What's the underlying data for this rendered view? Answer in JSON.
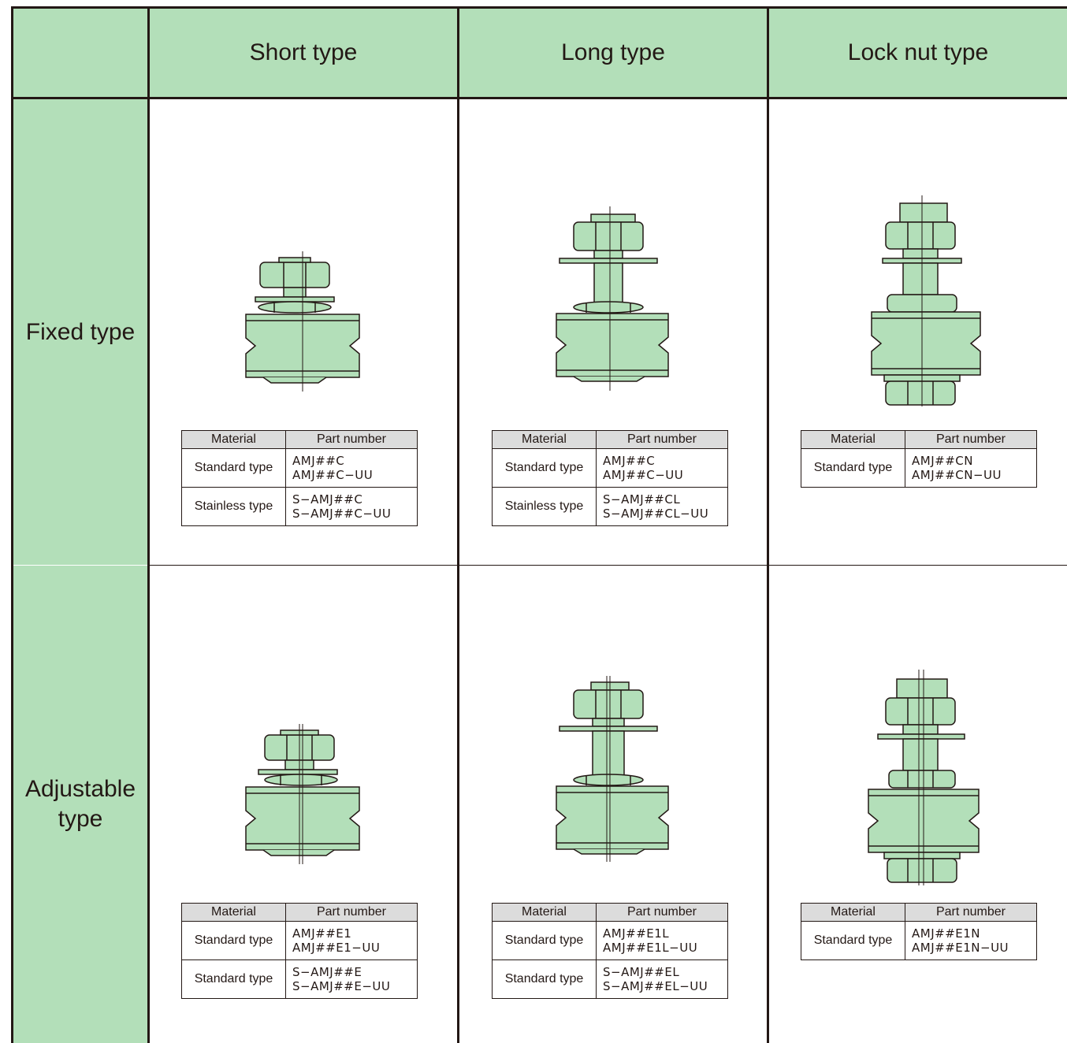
{
  "header": {
    "corner": "",
    "short": "Short type",
    "long": "Long type",
    "locknut": "Lock nut type"
  },
  "rows": {
    "fixed": "Fixed type",
    "adjustable": "Adjustable type"
  },
  "table_headers": {
    "material": "Material",
    "part_number": "Part number"
  },
  "fixed_short": [
    {
      "material": "Standard type",
      "pn1": "AMJ##C",
      "pn2": "AMJ##C−UU"
    },
    {
      "material": "Stainless type",
      "pn1": "S−AMJ##C",
      "pn2": "S−AMJ##C−UU"
    }
  ],
  "fixed_long": [
    {
      "material": "Standard type",
      "pn1": "AMJ##C",
      "pn2": "AMJ##C−UU"
    },
    {
      "material": "Stainless type",
      "pn1": "S−AMJ##CL",
      "pn2": "S−AMJ##CL−UU"
    }
  ],
  "fixed_locknut": [
    {
      "material": "Standard type",
      "pn1": "AMJ##CN",
      "pn2": "AMJ##CN−UU"
    }
  ],
  "adj_short": [
    {
      "material": "Standard type",
      "pn1": "AMJ##E1",
      "pn2": "AMJ##E1−UU"
    },
    {
      "material": "Standard type",
      "pn1": "S−AMJ##E",
      "pn2": "S−AMJ##E−UU"
    }
  ],
  "adj_long": [
    {
      "material": "Standard type",
      "pn1": "AMJ##E1L",
      "pn2": "AMJ##E1L−UU"
    },
    {
      "material": "Standard type",
      "pn1": "S−AMJ##EL",
      "pn2": "S−AMJ##EL−UU"
    }
  ],
  "adj_locknut": [
    {
      "material": "Standard type",
      "pn1": "AMJ##E1N",
      "pn2": "AMJ##E1N−UU"
    }
  ],
  "colors": {
    "header_bg": "#b3dfb9",
    "part_fill": "#b3dfb9",
    "line": "#231815"
  }
}
